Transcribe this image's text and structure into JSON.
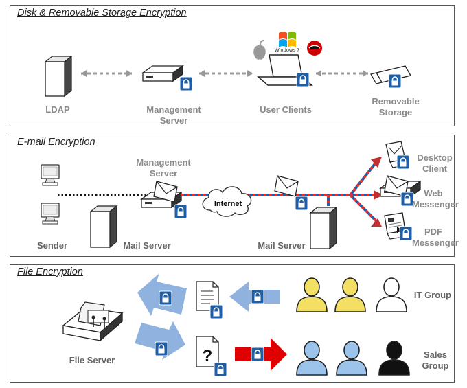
{
  "sections": {
    "disk": {
      "title": "Disk & Removable Storage Encryption",
      "ldap": "LDAP",
      "management_server": "Management Server",
      "user_clients": "User Clients",
      "removable_storage": "Removable Storage",
      "windows_logo_text": "Windows 7"
    },
    "email": {
      "title": "E-mail Encryption",
      "management_server": "Management Server",
      "internet": "Internet",
      "sender": "Sender",
      "mail_server_1": "Mail Server",
      "mail_server_2": "Mail Server",
      "desktop_client": "Desktop Client",
      "web_messenger": "Web Messenger",
      "pdf_messenger": "PDF Messenger"
    },
    "file": {
      "title": "File Encryption",
      "file_server": "File Server",
      "it_group": "IT Group",
      "sales_group": "Sales Group",
      "unknown_mark": "?"
    }
  },
  "colors": {
    "lock_blue": "#1f5fa8",
    "arrow_blue": "#8fb3de",
    "arrow_red": "#e00000",
    "it_group_fill": "#f2df63",
    "sales_group_fill": "#9cc3ea",
    "panel_border": "#555555",
    "label_grey": "#8a8a8a"
  }
}
